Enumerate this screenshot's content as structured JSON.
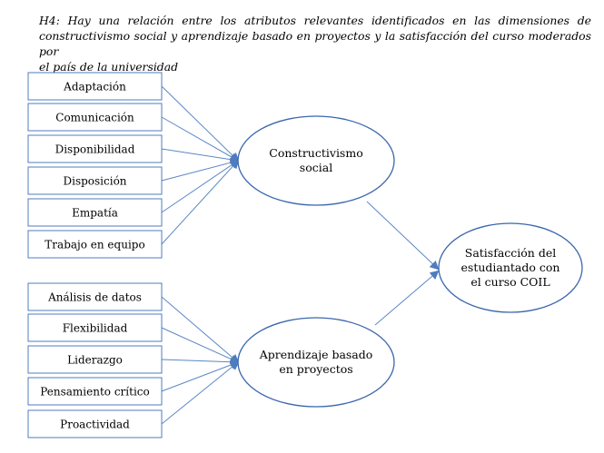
{
  "caption": {
    "line1": "H4: Hay una relación entre los atributos relevantes identificados en las dimensiones de",
    "line2": "constructivismo social y aprendizaje basado en proyectos y la satisfacción del curso moderados por",
    "line3": "el país de la universidad"
  },
  "attributes_group_1": [
    "Adaptación",
    "Comunicación",
    "Disponibilidad",
    "Disposición",
    "Empatía",
    "Trabajo en equipo"
  ],
  "attributes_group_2": [
    "Análisis de datos",
    "Flexibilidad",
    "Liderazgo",
    "Pensamiento crítico",
    "Proactividad"
  ],
  "nodes": {
    "constructivismo": [
      "Constructivismo",
      "social"
    ],
    "aprendizaje": [
      "Aprendizaje basado",
      "en proyectos"
    ],
    "satisfaccion": [
      "Satisfacción del",
      "estudiantado con",
      "el curso COIL"
    ]
  },
  "colors": {
    "box_border": "#4f7cbf",
    "ellipse_border": "#3a67ad",
    "arrow": "#5b87c5"
  }
}
